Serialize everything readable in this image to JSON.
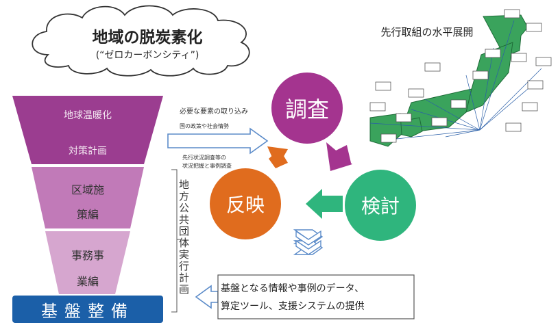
{
  "cloud": {
    "title": "地域の脱炭素化",
    "subtitle": "(“ゼロカーボンシティ”)"
  },
  "japan_map": {
    "label": "先行取組の水平展開"
  },
  "funnel": {
    "tier1_line1": "地球温暖化",
    "tier1_line2": "対策計画",
    "tier2_line1": "区域施",
    "tier2_line2": "策編",
    "tier3_line1": "事務事",
    "tier3_line2": "業編",
    "base": "基盤整備"
  },
  "vertical_label": "地方公共団体実行計画",
  "cycle": {
    "survey": "調査",
    "review": "検討",
    "reflect": "反映"
  },
  "arrow_notes": {
    "note1": "必要な要素の取り込み",
    "note2": "国の政策や社会情勢",
    "note3": "先行状況調査等の",
    "note4": "状況把握と事例調査"
  },
  "provision_box": {
    "line1": "基盤となる情報や事例のデータ、",
    "line2": "算定ツール、支援システムの提供"
  },
  "colors": {
    "tier1": "#9b3d90",
    "tier2": "#c17ab8",
    "tier3": "#d6a6cf",
    "base": "#1b5fa8",
    "survey": "#a4348f",
    "review": "#2fb57d",
    "reflect": "#e06c1e",
    "map_land": "#3aa35c"
  }
}
